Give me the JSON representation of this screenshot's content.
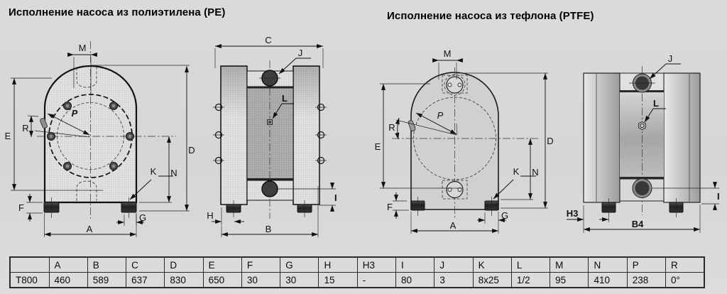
{
  "titles": {
    "pe": "Исполнение насоса из полиэтилена (PE)",
    "ptfe": "Исполнение насоса из тефлона (PTFE)"
  },
  "dims": {
    "A": "A",
    "B": "B",
    "B4": "B4",
    "C": "C",
    "D": "D",
    "E": "E",
    "F": "F",
    "G": "G",
    "H": "H",
    "H3": "H3",
    "I": "I",
    "J": "J",
    "K": "K",
    "L": "L",
    "M": "M",
    "N": "N",
    "P": "P",
    "R": "R"
  },
  "table": {
    "corner": "",
    "row_label": "T800",
    "headers": [
      "A",
      "B",
      "C",
      "D",
      "E",
      "F",
      "G",
      "H",
      "H3",
      "I",
      "J",
      "K",
      "L",
      "M",
      "N",
      "P",
      "R"
    ],
    "values": [
      "460",
      "589",
      "637",
      "830",
      "650",
      "30",
      "30",
      "15",
      "-",
      "80",
      "3",
      "8x25",
      "1/2",
      "95",
      "410",
      "238",
      "0°"
    ]
  },
  "colors": {
    "background": "#d7d7d7",
    "drawing_line": "#111111",
    "dark_fill": "#2e2e2e",
    "ptfe_body": "#d0d0d0"
  }
}
